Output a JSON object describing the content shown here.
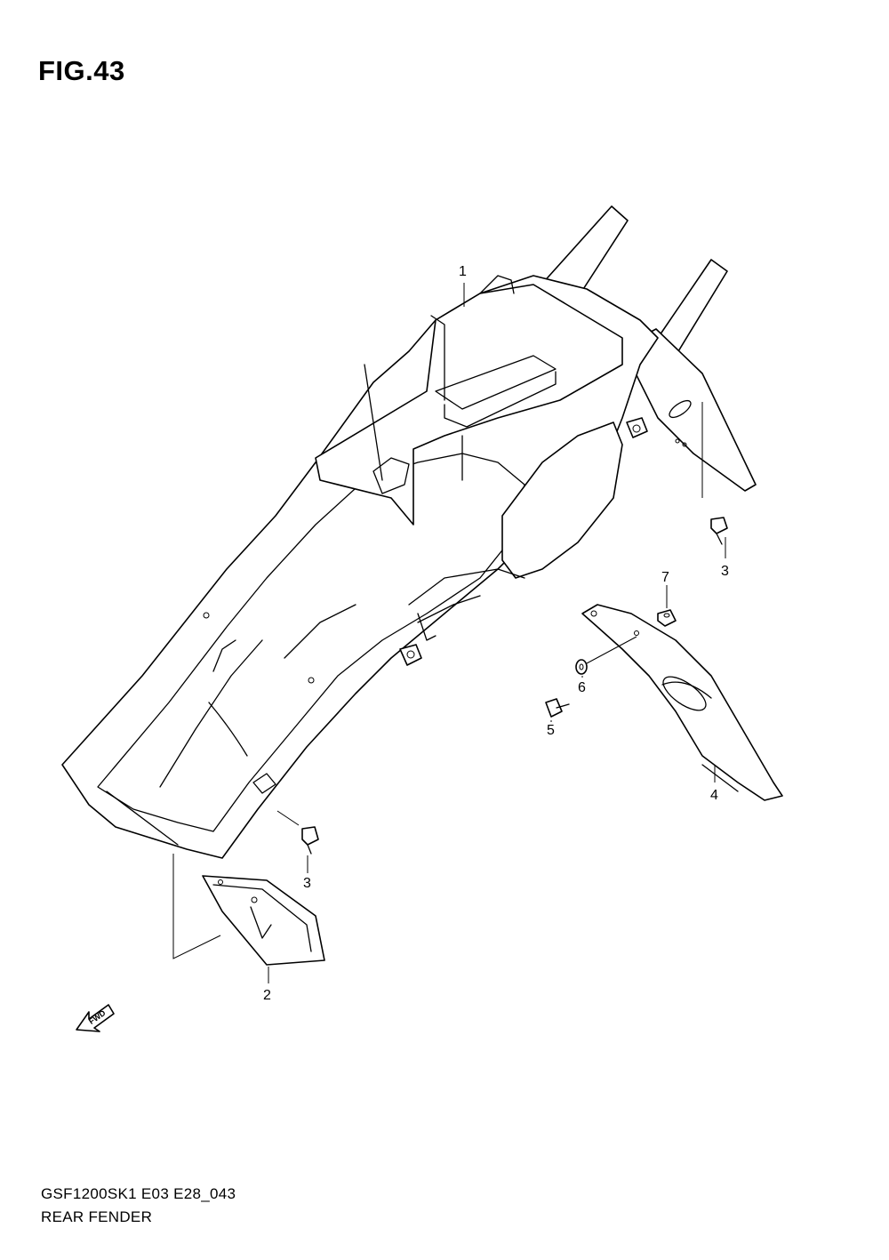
{
  "figure": {
    "title": "FIG.43",
    "footer_code": "GSF1200SK1 E03 E28_043",
    "footer_name": "REAR FENDER"
  },
  "callouts": [
    {
      "id": "1",
      "label": "1"
    },
    {
      "id": "2",
      "label": "2"
    },
    {
      "id": "3a",
      "label": "3"
    },
    {
      "id": "3b",
      "label": "3"
    },
    {
      "id": "4",
      "label": "4"
    },
    {
      "id": "5",
      "label": "5"
    },
    {
      "id": "6",
      "label": "6"
    },
    {
      "id": "7",
      "label": "7"
    }
  ],
  "direction_marker": {
    "label": "FWD",
    "icon": "fwd-arrow-icon"
  }
}
